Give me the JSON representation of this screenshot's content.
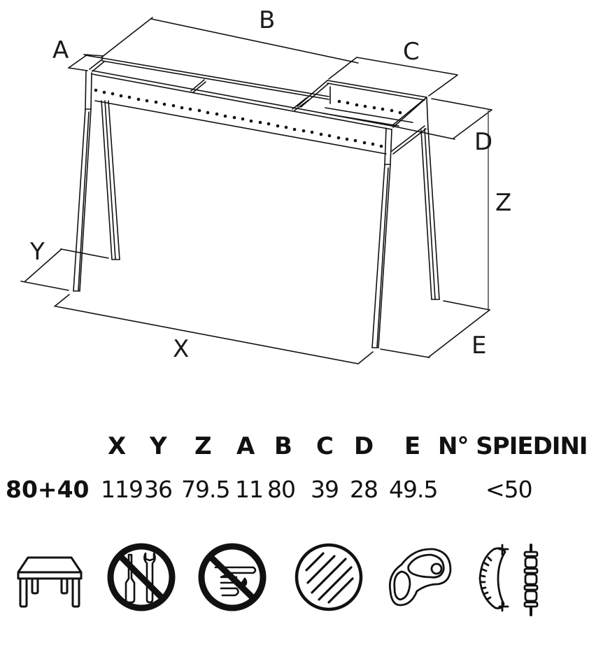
{
  "diagram": {
    "subject": "grill-on-stand",
    "labels": {
      "A": "A",
      "B": "B",
      "C": "C",
      "D": "D",
      "E": "E",
      "X": "X",
      "Y": "Y",
      "Z": "Z"
    }
  },
  "spec_table": {
    "headers": [
      "X",
      "Y",
      "Z",
      "A",
      "B",
      "C",
      "D",
      "E",
      "N° SPIEDINI"
    ],
    "rows": [
      {
        "model": "80+40",
        "values": [
          "119",
          "36",
          "79.5",
          "11",
          "80",
          "39",
          "28",
          "49.5",
          "<50"
        ]
      }
    ]
  },
  "icons": [
    {
      "name": "table-stand-icon"
    },
    {
      "name": "no-tools-required-icon"
    },
    {
      "name": "no-hand-washing-icon"
    },
    {
      "name": "grill-grate-icon"
    },
    {
      "name": "steak-icon"
    },
    {
      "name": "sausage-icon"
    },
    {
      "name": "skewer-icon"
    }
  ],
  "colors": {
    "line": "#111111",
    "background": "#ffffff"
  }
}
